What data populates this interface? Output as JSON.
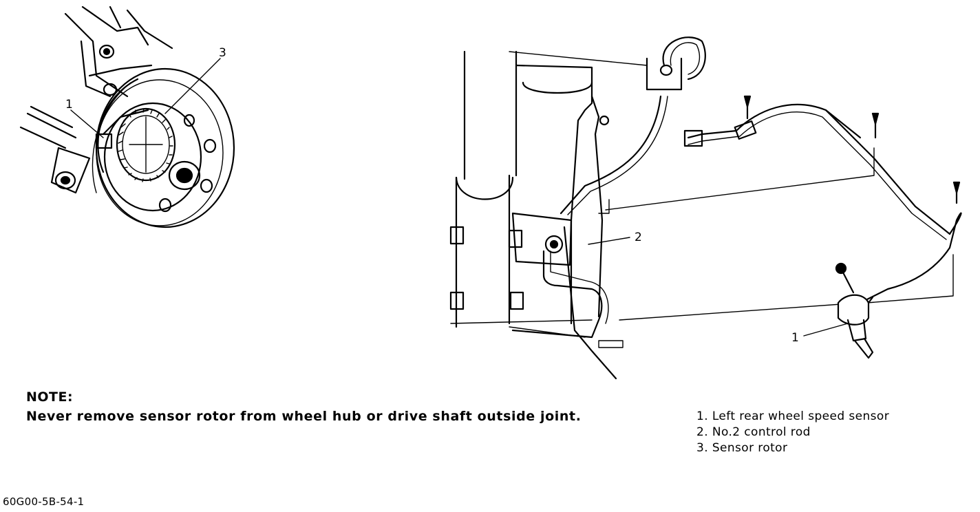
{
  "callouts": {
    "left_detail": {
      "c1": "1",
      "c3": "3"
    },
    "right_detail": {
      "c1": "1",
      "c2": "2"
    }
  },
  "note": {
    "title": "NOTE:",
    "text": "Never remove sensor rotor from wheel hub or drive shaft outside joint."
  },
  "legend": [
    "1. Left rear wheel speed sensor",
    "2. No.2 control rod",
    "3. Sensor rotor"
  ],
  "figure_code": "60G00-5B-54-1"
}
